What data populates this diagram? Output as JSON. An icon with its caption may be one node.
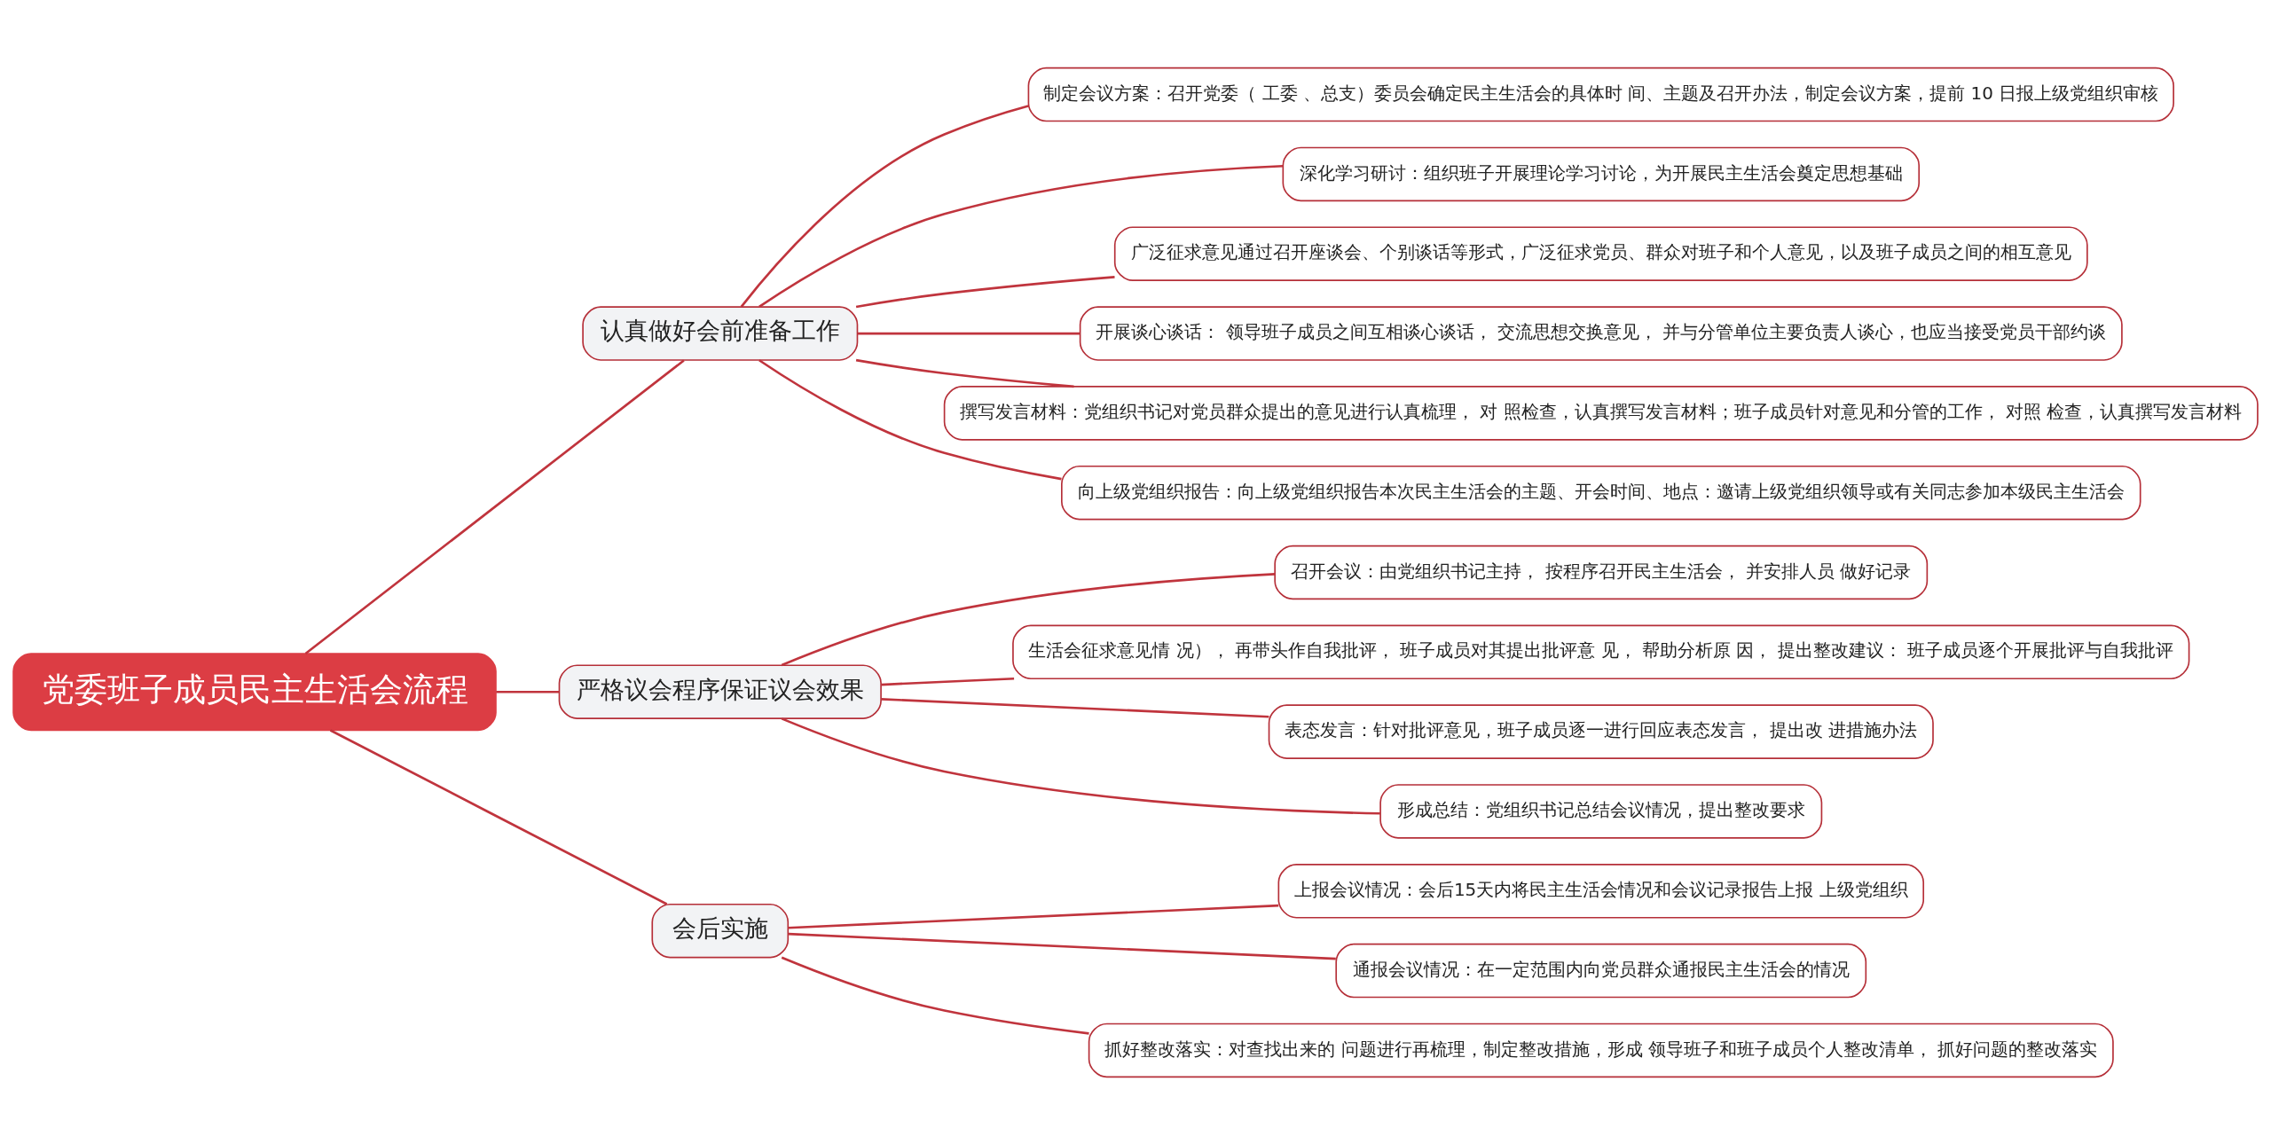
{
  "diagram": {
    "nodes": [
      {
        "text": [
          "党委班子成员民主生活会流程"
        ]
      },
      {
        "text": [
          "认真做好会前准备工作"
        ]
      },
      {
        "text": [
          "制定会议方案：召开党委（ 工委 、总支）委员会确定民主生活会的具体时 间、主题及召开办法，制定会议方案，提前 10 日报上级党组织审核"
        ]
      },
      {
        "text": [
          "深化学习研讨：组织班子开展理论学习讨论，为开展民主生活会奠定思想基础"
        ]
      },
      {
        "text": [
          "广泛征求意见通过召开座谈会、个别谈话等形式，广泛征求党员、群众对班子和个人意见，以及班子成员之间的相互意见"
        ]
      },
      {
        "text": [
          "开展谈心谈话： 领导班子成员之间互相谈心谈话， 交流思想交换意见， 并与分管单位主要负责人谈心，也应当接受党员干部约谈"
        ]
      },
      {
        "text": [
          "撰写发言材料：党组织书记对党员群众提出的意见进行认真梳理， 对 照检查，认真撰写发言材料；班子成员针对意见和分管的工作， 对照 检查，认真撰写发言材料"
        ]
      },
      {
        "text": [
          "向上级党组织报告：向上级党组织报告本次民主生活会的主题、开会时间、地点：邀请上级党组织领导或有关同志参加本级民主生活会"
        ]
      },
      {
        "text": [
          "严格议会程序保证议会效果"
        ]
      },
      {
        "text": [
          "召开会议：由党组织书记主持， 按程序召开民主生活会， 并安排人员 做好记录"
        ]
      },
      {
        "text": [
          "生活会征求意见情 况）， 再带头作自我批评， 班子成员对其提出批评意 见， 帮助分析原 因， 提出整改建议： 班子成员逐个开展批评与自我批评"
        ]
      },
      {
        "text": [
          "表态发言：针对批评意见，班子成员逐一进行回应表态发言， 提出改 进措施办法"
        ]
      },
      {
        "text": [
          "形成总结：党组织书记总结会议情况，提出整改要求"
        ]
      },
      {
        "text": [
          "会后实施"
        ]
      },
      {
        "text": [
          "上报会议情况：会后15天内将民主生活会情况和会议记录报告上报 上级党组织"
        ]
      },
      {
        "text": [
          "通报会议情况：在一定范围内向党员群众通报民主生活会的情况"
        ]
      },
      {
        "text": [
          "抓好整改落实：对查找出来的 问题进行再梳理，制定整改措施，形成 领导班子和班子成员个人整改清单， 抓好问题的整改落实"
        ]
      }
    ],
    "edges": [
      {
        "from": 0,
        "to": 1,
        "arrow": "none"
      },
      {
        "from": 0,
        "to": 8,
        "arrow": "none"
      },
      {
        "from": 0,
        "to": 13,
        "arrow": "none"
      },
      {
        "from": 1,
        "to": 2,
        "arrow": "none"
      },
      {
        "from": 1,
        "to": 3,
        "arrow": "none"
      },
      {
        "from": 1,
        "to": 4,
        "arrow": "none"
      },
      {
        "from": 1,
        "to": 5,
        "arrow": "none"
      },
      {
        "from": 1,
        "to": 6,
        "arrow": "none"
      },
      {
        "from": 1,
        "to": 7,
        "arrow": "none"
      },
      {
        "from": 8,
        "to": 9,
        "arrow": "none"
      },
      {
        "from": 8,
        "to": 10,
        "arrow": "none"
      },
      {
        "from": 8,
        "to": 11,
        "arrow": "none"
      },
      {
        "from": 8,
        "to": 12,
        "arrow": "none"
      },
      {
        "from": 13,
        "to": 14,
        "arrow": "none"
      },
      {
        "from": 13,
        "to": 15,
        "arrow": "none"
      },
      {
        "from": 13,
        "to": 16,
        "arrow": "none"
      }
    ]
  }
}
